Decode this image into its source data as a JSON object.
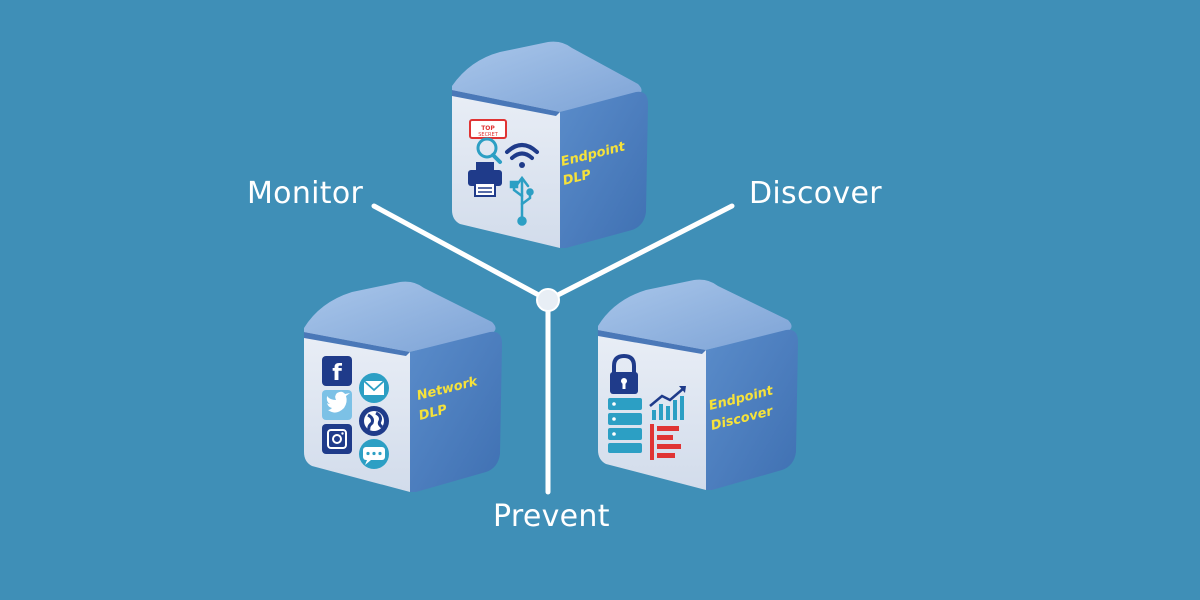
{
  "labels": {
    "monitor": "Monitor",
    "discover": "Discover",
    "prevent": "Prevent"
  },
  "cubes": {
    "endpoint_dlp": {
      "line1": "Endpoint",
      "line2": "DLP"
    },
    "network_dlp": {
      "line1": "Network",
      "line2": "DLP"
    },
    "endpoint_discover": {
      "line1": "Endpoint",
      "line2": "Discover"
    }
  },
  "icon_text": {
    "tag_top": "TOP",
    "tag_secret": "SECRET"
  },
  "icons": {
    "endpoint_dlp": [
      "search-document-icon",
      "wifi-icon",
      "printer-icon",
      "usb-icon"
    ],
    "network_dlp": [
      "facebook-icon",
      "email-icon",
      "twitter-icon",
      "globe-icon",
      "instagram-icon",
      "chat-icon"
    ],
    "endpoint_discover": [
      "lock-icon",
      "growth-chart-icon",
      "database-icon",
      "report-bars-icon"
    ]
  },
  "colors": {
    "background": "#3f8fb7",
    "cube_face": "#4d7fc0",
    "cube_top": "#8fb3df",
    "caption": "#f6e23a",
    "icon_dark_blue": "#1f3b8a",
    "icon_teal": "#2c9fc4",
    "icon_red": "#e03434"
  }
}
